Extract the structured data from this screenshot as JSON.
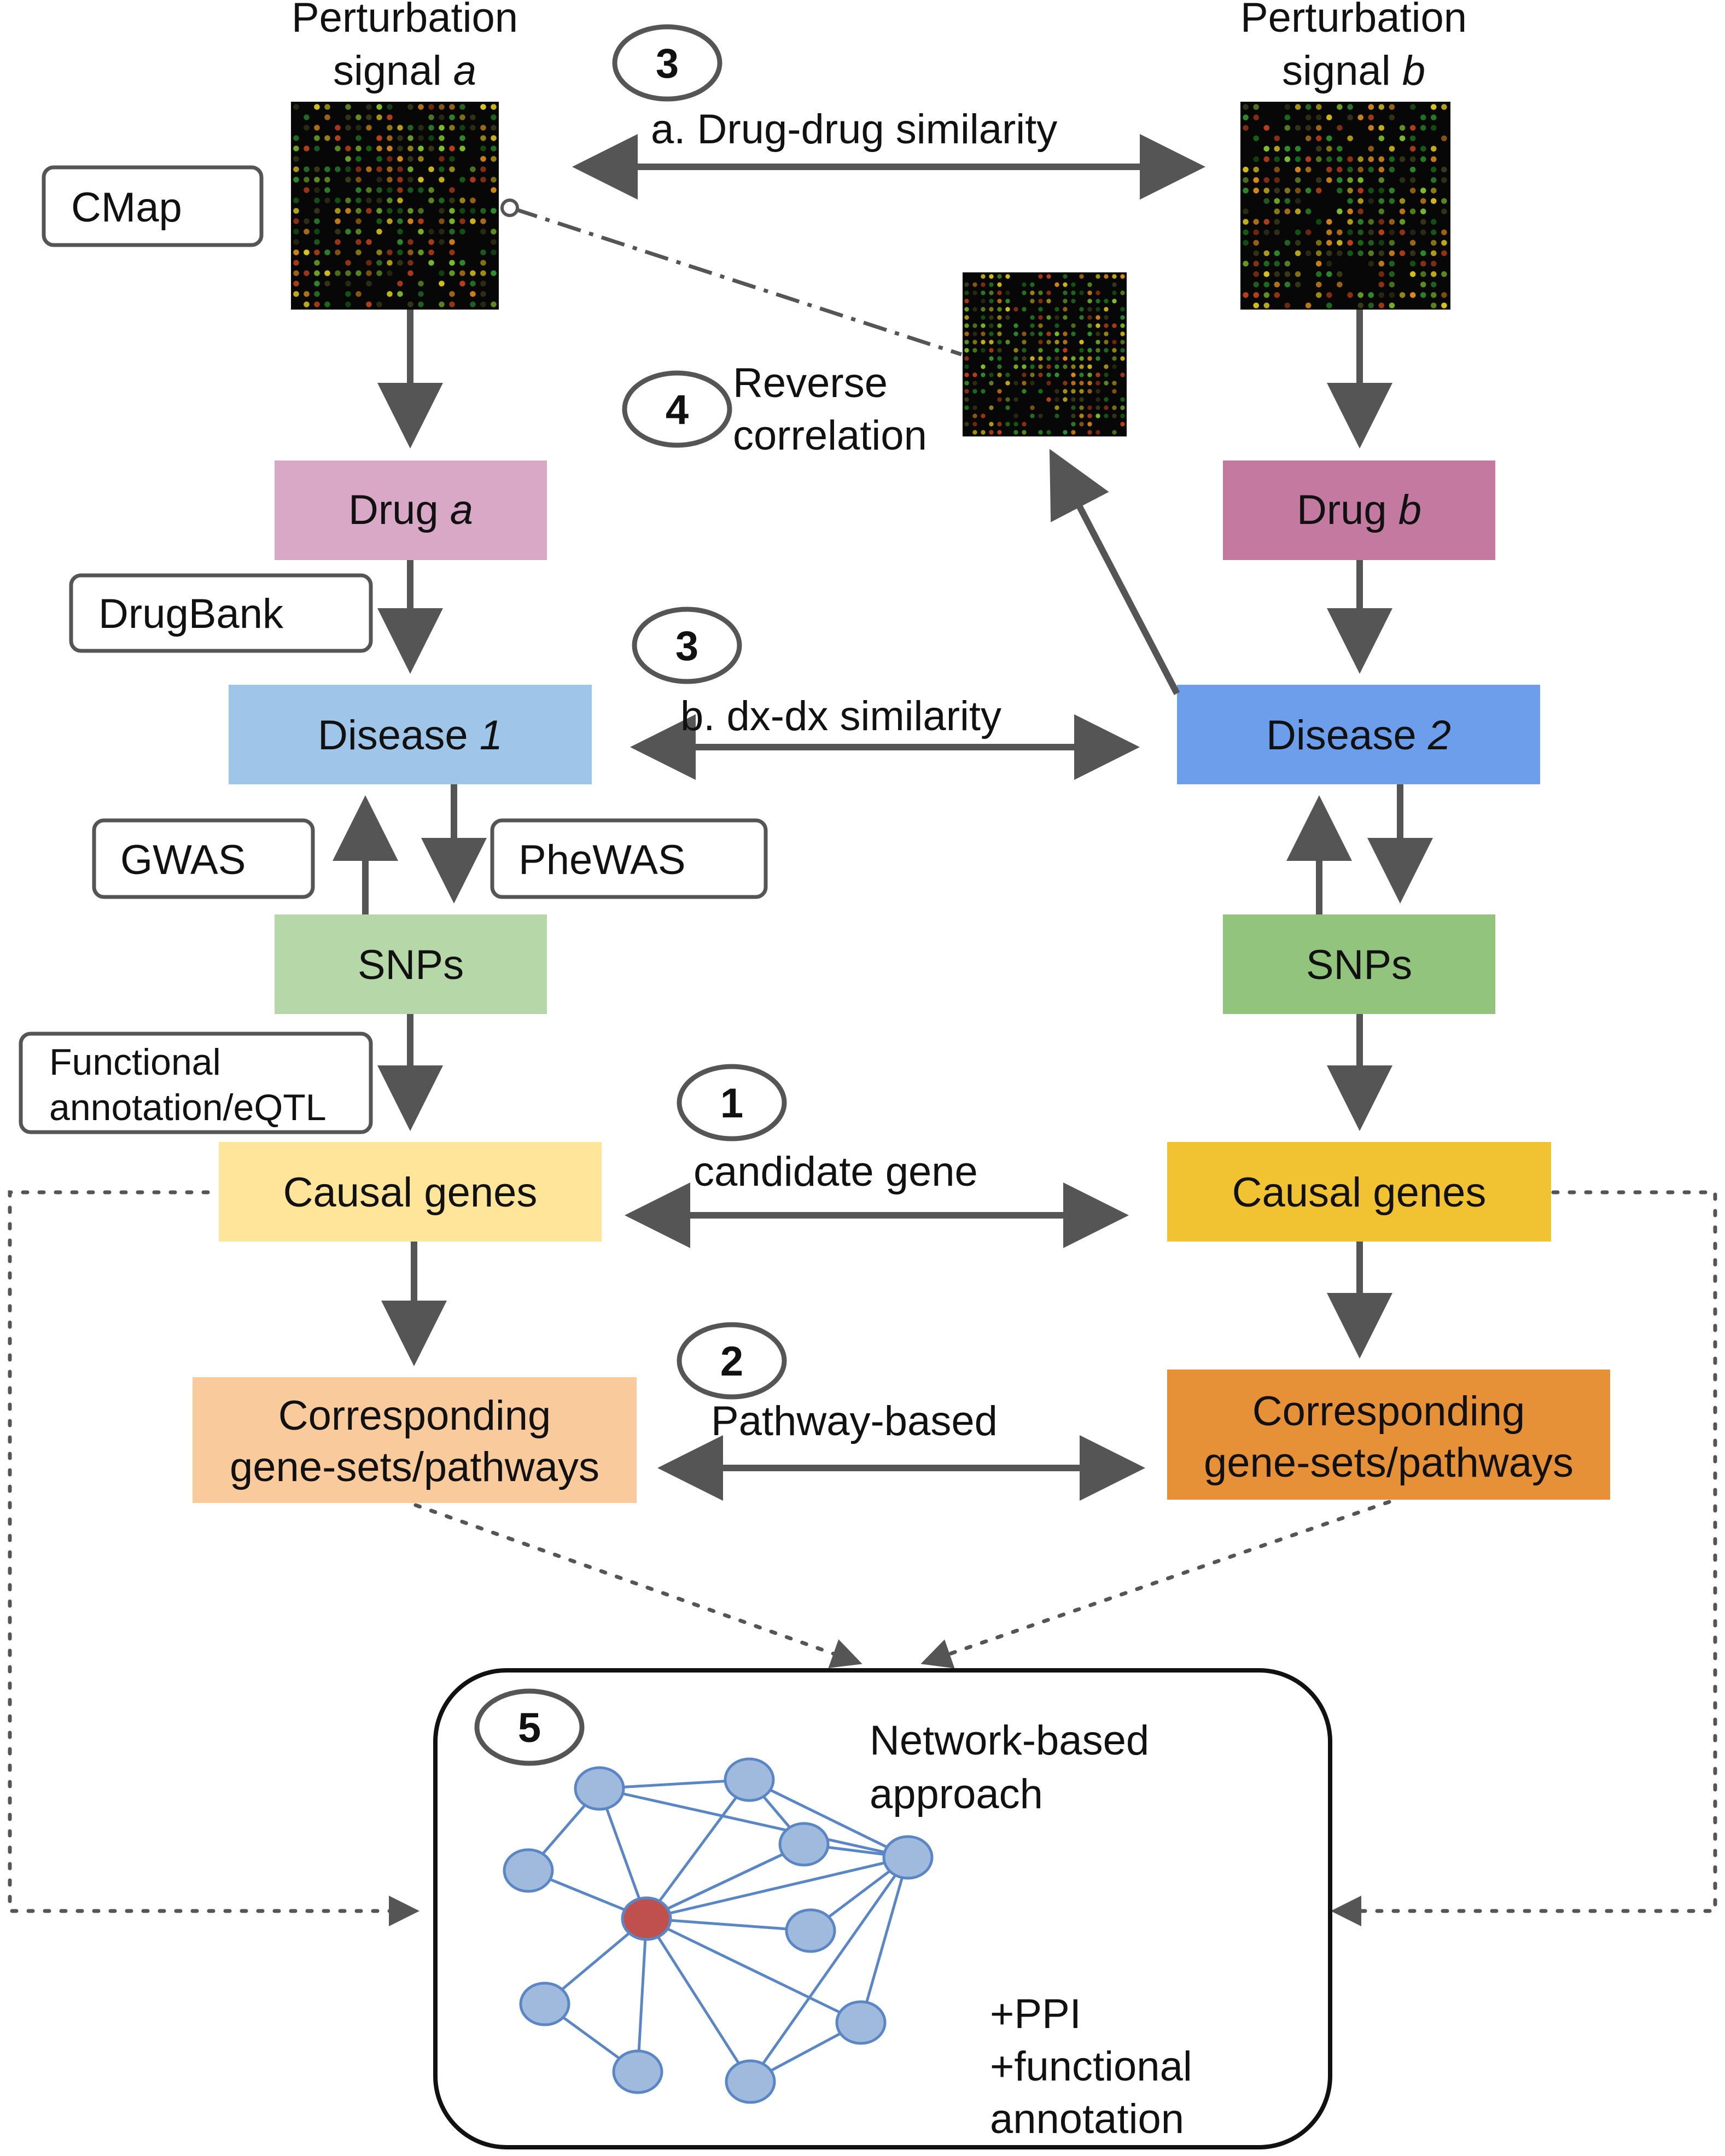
{
  "perturbation": {
    "a": {
      "line1": "Perturbation",
      "line2_prefix": "signal ",
      "line2_var": "a"
    },
    "b": {
      "line1": "Perturbation",
      "line2_prefix": "signal ",
      "line2_var": "b"
    }
  },
  "sources": {
    "cmap": "CMap",
    "drugbank": "DrugBank",
    "gwas": "GWAS",
    "phewas": "PheWAS",
    "functional_line1": "Functional",
    "functional_line2": "annotation/eQTL"
  },
  "left": {
    "drug": {
      "prefix": "Drug ",
      "var": "a"
    },
    "disease": {
      "prefix": "Disease ",
      "var": "1"
    },
    "snps": "SNPs",
    "causal": "Causal genes",
    "pathways_line1": "Corresponding",
    "pathways_line2": "gene-sets/pathways"
  },
  "right": {
    "drug": {
      "prefix": "Drug ",
      "var": "b"
    },
    "disease": {
      "prefix": "Disease ",
      "var": "2"
    },
    "snps": "SNPs",
    "causal": "Causal genes",
    "pathways_line1": "Corresponding",
    "pathways_line2": "gene-sets/pathways"
  },
  "links": {
    "drug_similarity": {
      "number": "3",
      "label": "a. Drug-drug similarity"
    },
    "dx_similarity": {
      "number": "3",
      "label": "b. dx-dx similarity"
    },
    "reverse": {
      "number": "4",
      "line1": "Reverse",
      "line2": "correlation"
    },
    "candidate": {
      "number": "1",
      "label": "candidate gene"
    },
    "pathway": {
      "number": "2",
      "label": "Pathway-based"
    }
  },
  "network": {
    "number": "5",
    "title_line1": "Network-based",
    "title_line2": "approach",
    "note_line1": "+PPI",
    "note_line2": "+functional",
    "note_line3": "annotation"
  },
  "colors": {
    "drug_a": "#d8a8c6",
    "drug_b": "#c47aa0",
    "disease_1": "#9fc5e8",
    "disease_2": "#6d9eeb",
    "snps_1": "#b6d7a8",
    "snps_2": "#93c47d",
    "causal_1": "#ffe599",
    "causal_2": "#f1c232",
    "pathways_1": "#f9cb9c",
    "pathways_2": "#e69138",
    "arrow": "#555555",
    "network_node": "#9fbadd",
    "network_hub": "#c0504d",
    "network_edge": "#5b86c5"
  }
}
